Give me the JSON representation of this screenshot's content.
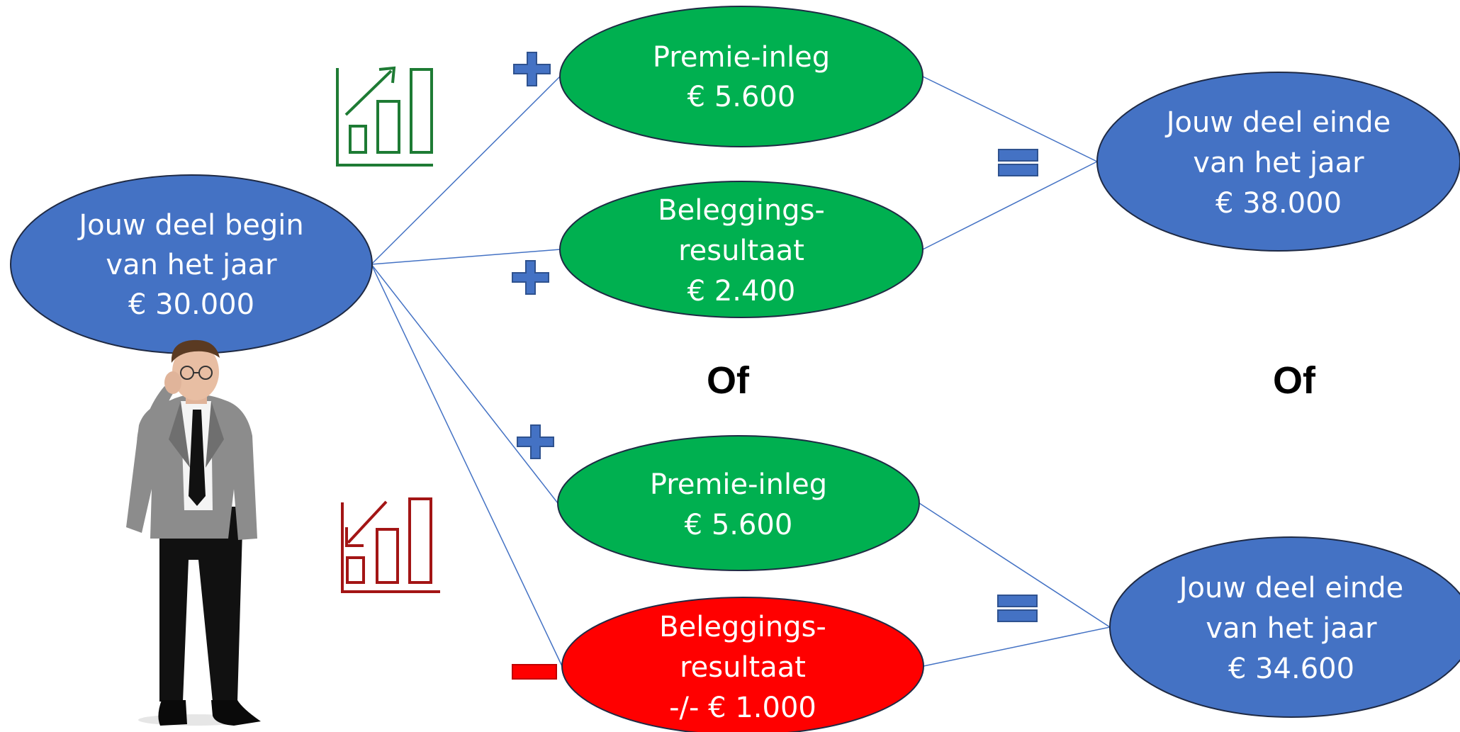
{
  "colors": {
    "blue": "#4472C4",
    "green": "#00B050",
    "red": "#FF0000",
    "outline": "#1F2A44",
    "connector": "#4472C4",
    "chart_up": "#1E7B34",
    "chart_down": "#A31515",
    "operator": "#4472C4"
  },
  "start_node": {
    "line1": "Jouw deel begin",
    "line2": "van het jaar",
    "line3": "€ 30.000"
  },
  "scenario_up": {
    "trend_icon": "chart-up-icon",
    "premium": {
      "operator": "+",
      "line1": "Premie-inleg",
      "line2": "€ 5.600"
    },
    "result": {
      "operator": "+",
      "line1": "Beleggings-",
      "line2": "resultaat",
      "line3": "€ 2.400"
    },
    "equals": "=",
    "end": {
      "line1": "Jouw deel einde",
      "line2": "van het jaar",
      "line3": "€ 38.000"
    }
  },
  "or_label_middle": "Of",
  "or_label_right": "Of",
  "scenario_down": {
    "trend_icon": "chart-down-icon",
    "premium": {
      "operator": "+",
      "line1": "Premie-inleg",
      "line2": "€ 5.600"
    },
    "result": {
      "operator": "−",
      "line1": "Beleggings-",
      "line2": "resultaat",
      "line3": "-/- € 1.000"
    },
    "equals": "=",
    "end": {
      "line1": "Jouw deel einde",
      "line2": "van het jaar",
      "line3": "€ 34.600"
    }
  },
  "person_image": "thinking-businessman"
}
